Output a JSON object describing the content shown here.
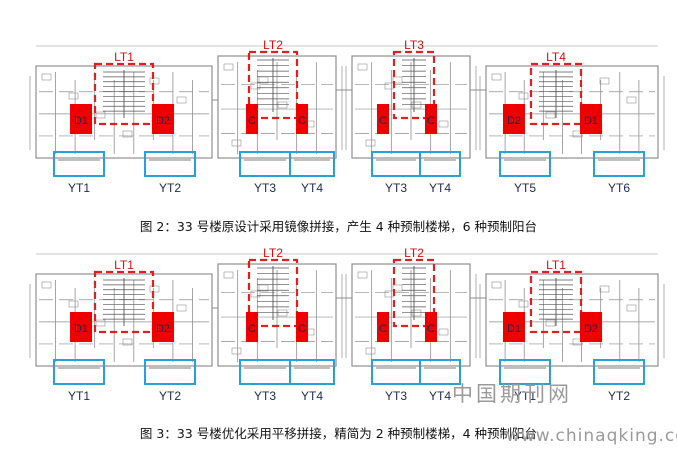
{
  "colors": {
    "plan_line": "#8f8f8f",
    "plan_dark": "#555555",
    "stair_box": "#e02020",
    "column": "#ee0000",
    "balcony": "#2aa0d8",
    "label_red": "#d01010",
    "label_dark": "#1a2a50",
    "watermark": "#9a9a9a"
  },
  "figure2": {
    "caption": "图 2：33 号楼原设计采用镜像拼接，产生 4 种预制楼梯，6 种预制阳台",
    "stairs": [
      "LT1",
      "LT2",
      "LT3",
      "LT4"
    ],
    "columns": [
      "D1",
      "D2",
      "C",
      "C",
      "C",
      "C",
      "D2",
      "D1"
    ],
    "balconies": [
      "YT1",
      "YT2",
      "YT3",
      "YT4",
      "YT3",
      "YT4",
      "YT5",
      "YT6"
    ]
  },
  "figure3": {
    "caption": "图 3：33 号楼优化采用平移拼接，精简为 2 种预制楼梯，4 种预制阳台",
    "stairs": [
      "LT1",
      "LT2",
      "LT2",
      "LT1"
    ],
    "columns": [
      "D1",
      "D2",
      "C",
      "C",
      "C",
      "C",
      "D1",
      "D2"
    ],
    "balconies": [
      "YT1",
      "YT2",
      "YT3",
      "YT4",
      "YT3",
      "YT4",
      "YT1",
      "YT2"
    ]
  },
  "watermark": {
    "cn": "中国期刊网",
    "url": "www.chinaqking.com"
  }
}
